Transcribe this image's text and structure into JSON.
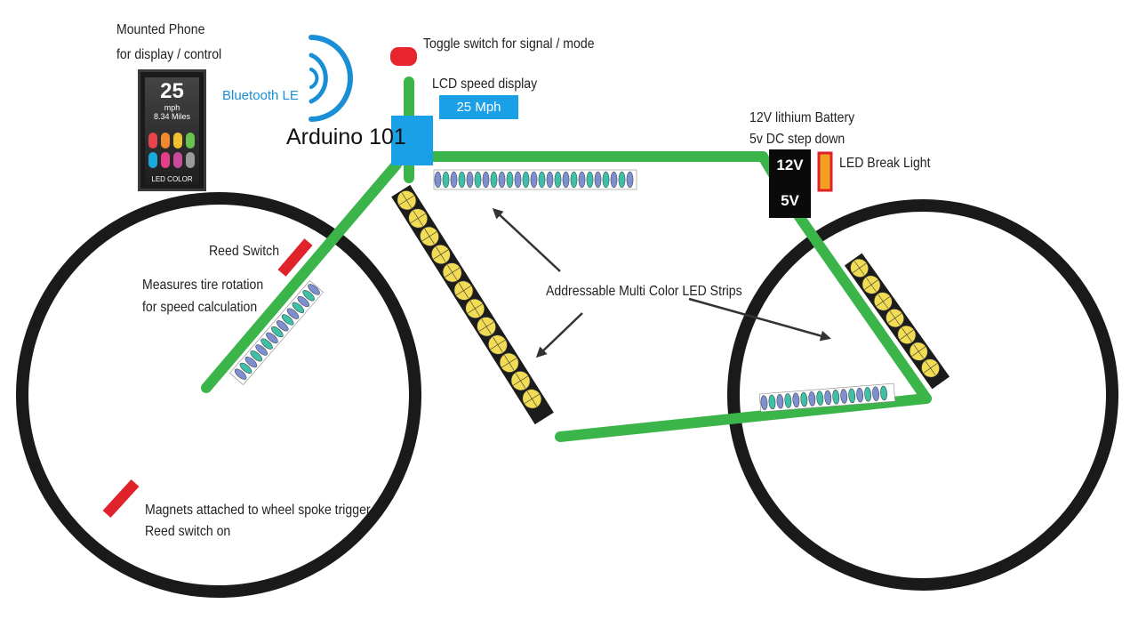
{
  "labels": {
    "phone_line1": "Mounted  Phone",
    "phone_line2": "for display / control",
    "bluetooth": "Bluetooth LE",
    "arduino": "Arduino 101",
    "toggle": "Toggle switch for signal / mode",
    "lcd_title": "LCD speed display",
    "lcd_value": "25 Mph",
    "battery_line1": "12V lithium Battery",
    "battery_line2": "5v DC step down",
    "battery_top": "12V",
    "battery_bottom": "5V",
    "brake_light": "LED Break Light",
    "reed_switch": "Reed Switch",
    "measures_line1": "Measures tire rotation",
    "measures_line2": "for speed calculation",
    "led_strips": "Addressable Multi Color LED Strips",
    "magnets_line1": "Magnets attached to wheel spoke trigger",
    "magnets_line2": "Reed switch on"
  },
  "phone_screen": {
    "speed": "25",
    "unit": "mph",
    "miles": "8.34 Miles",
    "led_color_label": "LED COLOR",
    "swatches": [
      "#e8434a",
      "#f08a2a",
      "#f2c12e",
      "#66c44e",
      "#19a9dd",
      "#e43e8a",
      "#c94b9a",
      "#9a9a9a"
    ]
  },
  "colors": {
    "frame": "#3bb54a",
    "wheel": "#1a1a1a",
    "arduino": "#1aa0e6",
    "reed": "#e0222a",
    "toggle": "#e8252c",
    "strip_yellow": "#f2dc55",
    "strip_blue": "#7d8fcf",
    "strip_teal": "#3fbfa8"
  }
}
